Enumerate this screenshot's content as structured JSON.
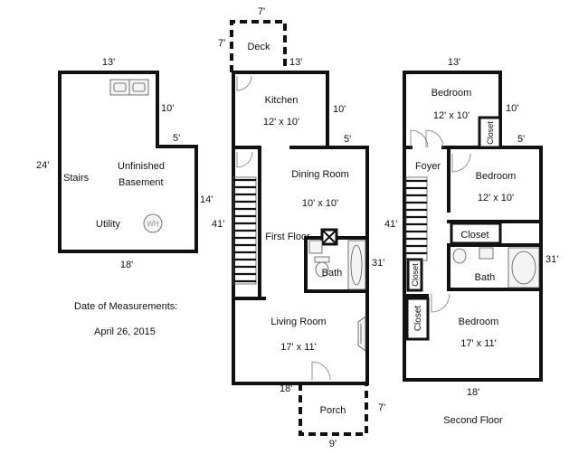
{
  "basement": {
    "dims": {
      "top": "13'",
      "right_upper": "10'",
      "notch": "5'",
      "left": "24'",
      "right_lower": "14'",
      "bottom": "18'"
    },
    "labels": {
      "stairs": "Stairs",
      "room_line1": "Unfinished",
      "room_line2": "Basement",
      "utility": "Utility",
      "water_heater": "WH"
    }
  },
  "first_floor": {
    "title": "First Floor",
    "dims": {
      "deck_top": "7'",
      "deck_left": "7'",
      "top": "13'",
      "right_upper": "10'",
      "notch": "5'",
      "left": "41'",
      "right": "31'",
      "bottom": "18'",
      "porch_right": "7'",
      "porch_bottom": "9'"
    },
    "rooms": {
      "deck": "Deck",
      "kitchen": "Kitchen",
      "kitchen_size": "12' x 10'",
      "dining": "Dining Room",
      "dining_size": "10' x 10'",
      "bath": "Bath",
      "living": "Living Room",
      "living_size": "17' x 11'",
      "porch": "Porch"
    }
  },
  "second_floor": {
    "title": "Second Floor",
    "dims": {
      "top": "13'",
      "right_upper": "10'",
      "notch": "5'",
      "left": "41'",
      "right": "31'",
      "bottom": "18'"
    },
    "rooms": {
      "bedroom1": "Bedroom",
      "bedroom1_size": "12' x 10'",
      "closet_top": "Closet",
      "foyer": "Foyer",
      "bedroom2": "Bedroom",
      "bedroom2_size": "12' x 10'",
      "closet_mid": "Closet",
      "bath": "Bath",
      "closet_left": "Closet",
      "closet_low": "Closet",
      "bedroom3": "Bedroom",
      "bedroom3_size": "17' x 11'"
    }
  },
  "measurements": {
    "label": "Date of Measurements:",
    "date": "April 26, 2015"
  }
}
